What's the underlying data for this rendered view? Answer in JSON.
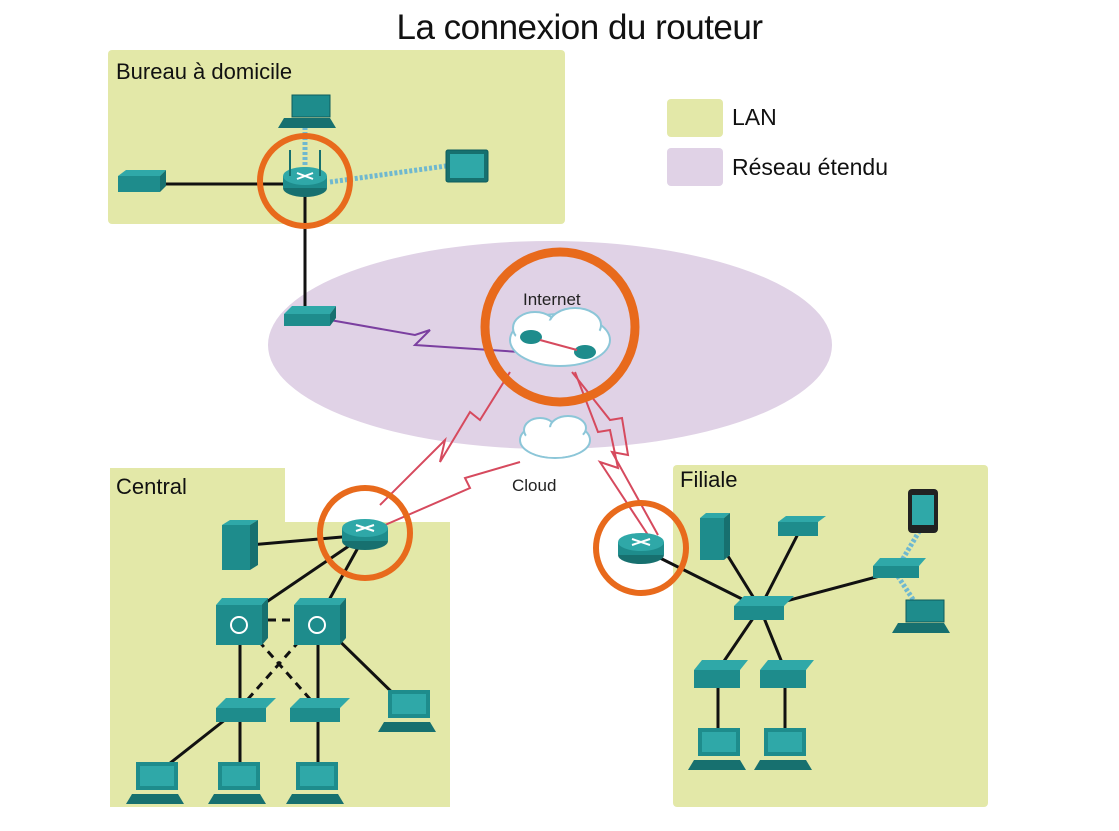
{
  "title": "La connexion du routeur",
  "zones": {
    "home": "Bureau à domicile",
    "central": "Central",
    "branch": "Filiale"
  },
  "legend": {
    "lan": {
      "label": "LAN",
      "color": "#e3e8a8"
    },
    "wan": {
      "label": "Réseau étendu",
      "color": "#e0d2e6"
    }
  },
  "clouds": {
    "internet": "Internet",
    "cloud": "Cloud"
  },
  "colors": {
    "device": "#1e8c8c",
    "highlight": "#e86a1c",
    "wan_link": "#d64a5e",
    "dsl_link": "#7b3fa0",
    "wireless": "#6fb8d0"
  }
}
